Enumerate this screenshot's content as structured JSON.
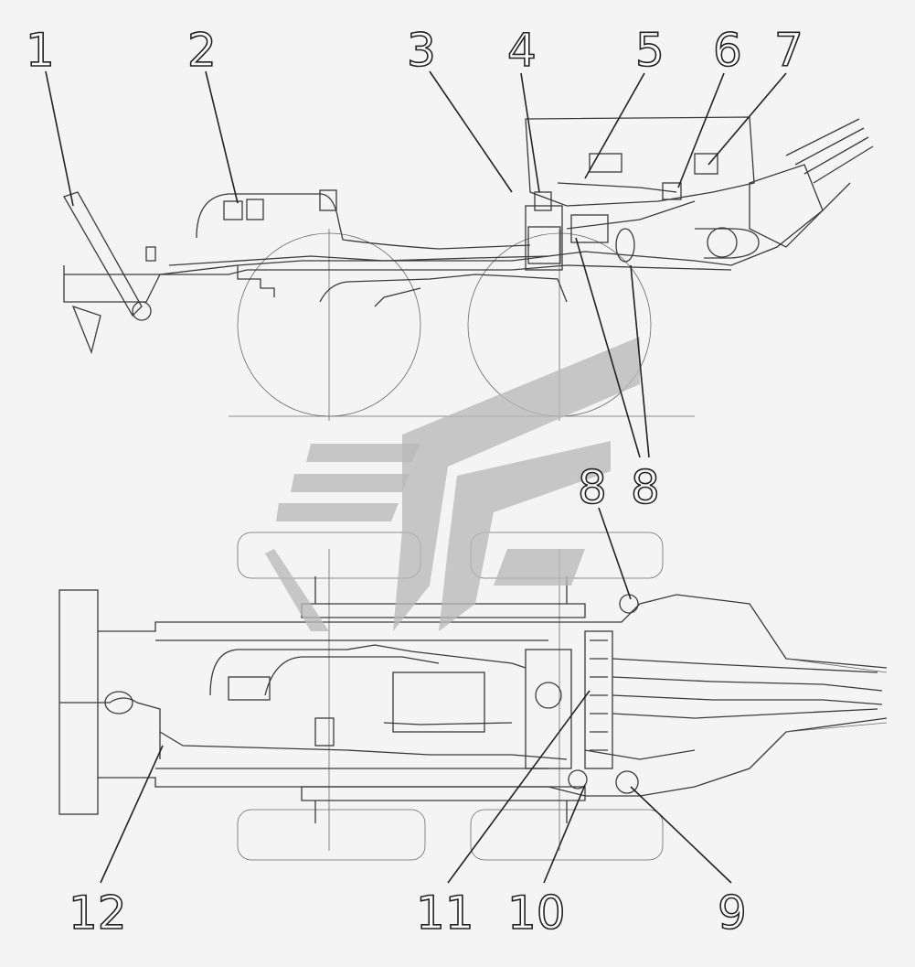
{
  "callouts": {
    "c1": "1",
    "c2": "2",
    "c3": "3",
    "c4": "4",
    "c5": "5",
    "c6": "6",
    "c7": "7",
    "c8a": "8",
    "c8b": "8",
    "c9": "9",
    "c10": "10",
    "c11": "11",
    "c12": "12"
  },
  "colors": {
    "background": "#f4f4f4",
    "line": "#3a3a3a",
    "watermark": "#b9b9b9"
  }
}
